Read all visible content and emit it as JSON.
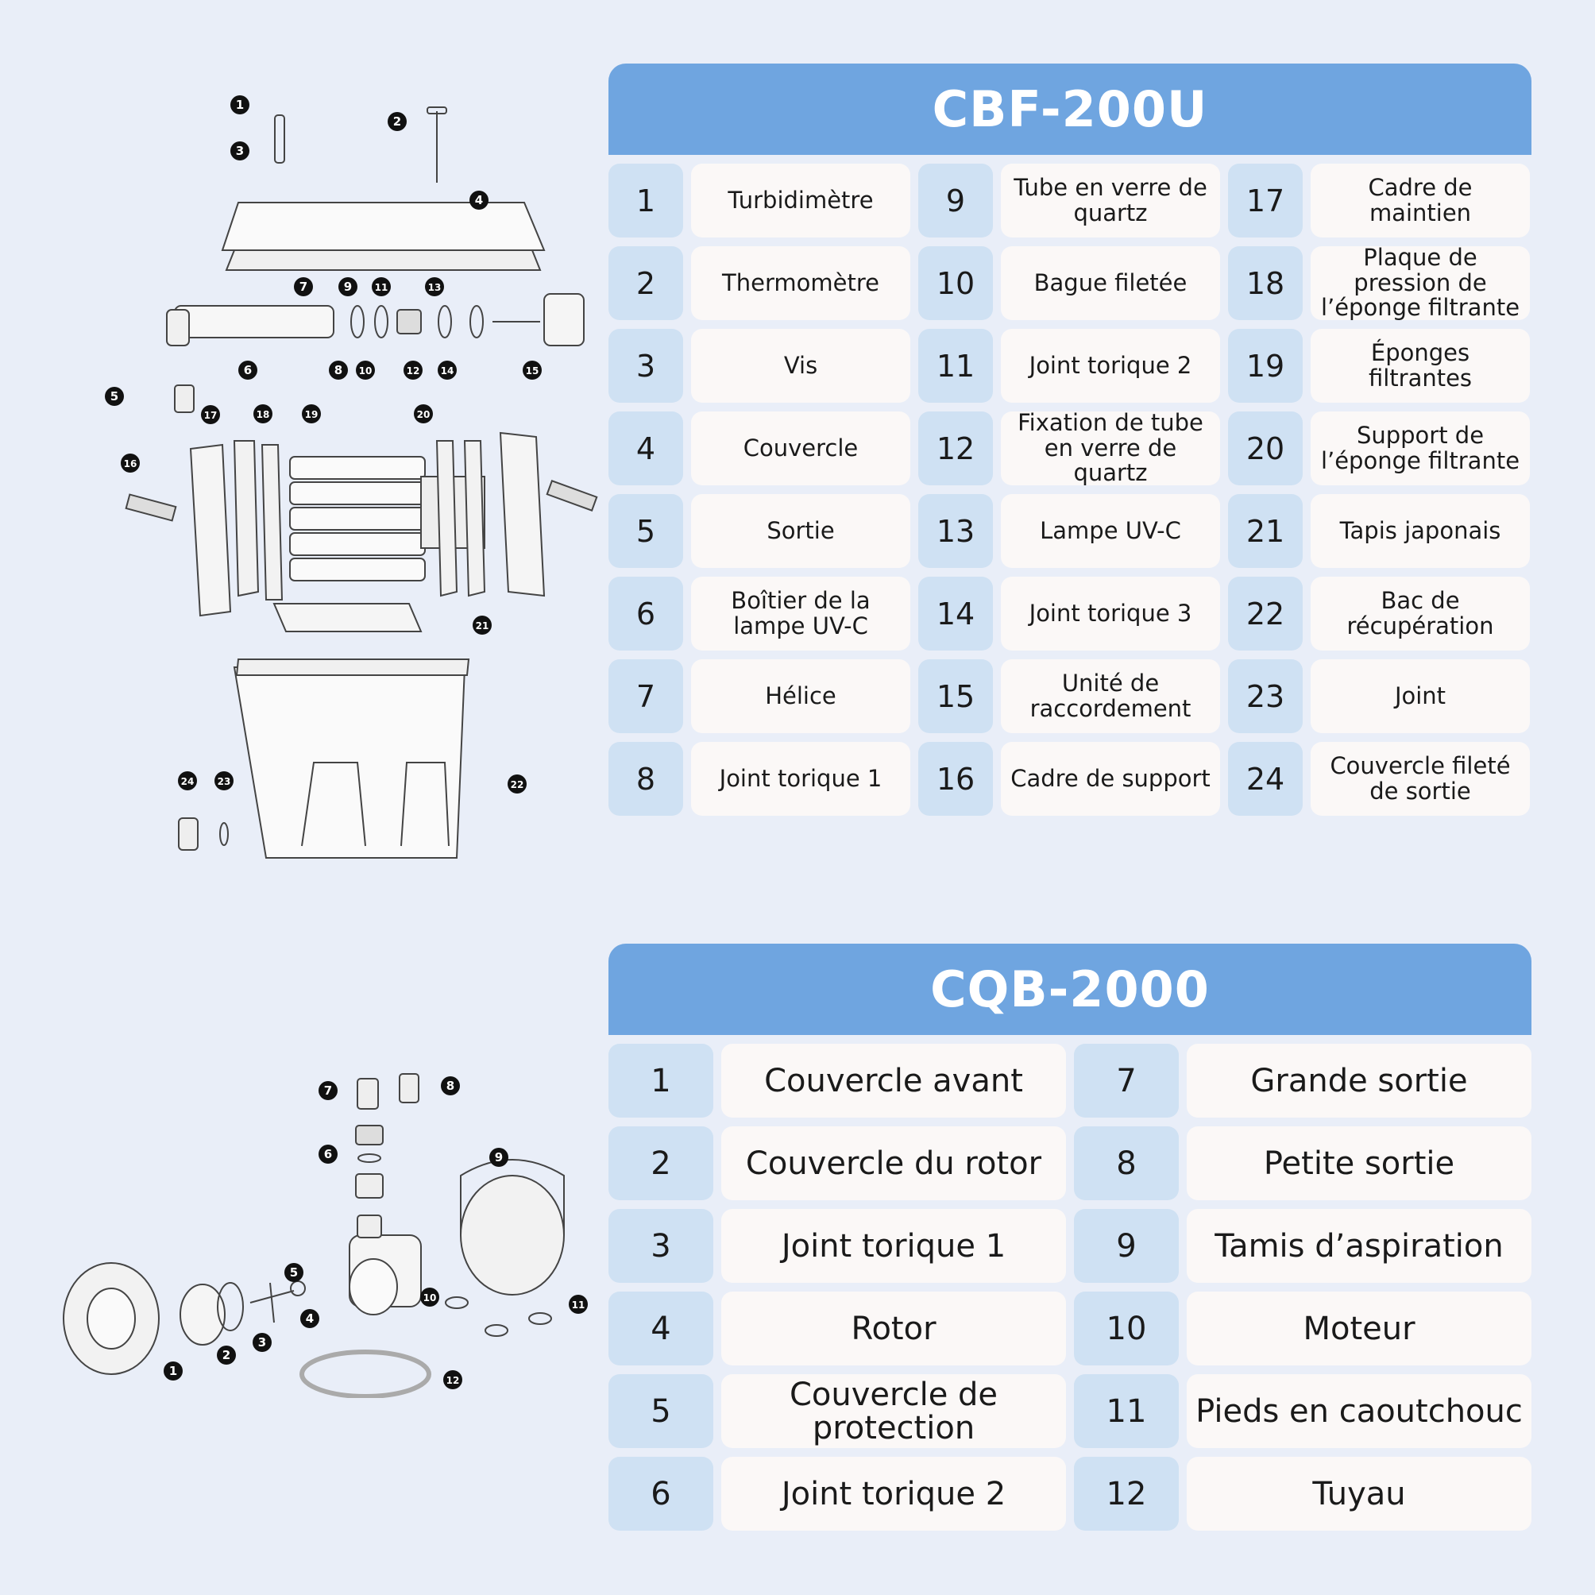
{
  "cbf": {
    "title": "CBF-200U",
    "parts": [
      {
        "n": "1",
        "label": "Turbidimètre"
      },
      {
        "n": "9",
        "label": "Tube en verre de quartz"
      },
      {
        "n": "17",
        "label": "Cadre de maintien"
      },
      {
        "n": "2",
        "label": "Thermomètre"
      },
      {
        "n": "10",
        "label": "Bague filetée"
      },
      {
        "n": "18",
        "label": "Plaque de pression de l’éponge filtrante"
      },
      {
        "n": "3",
        "label": "Vis"
      },
      {
        "n": "11",
        "label": "Joint torique 2"
      },
      {
        "n": "19",
        "label": "Éponges filtrantes"
      },
      {
        "n": "4",
        "label": "Couvercle"
      },
      {
        "n": "12",
        "label": "Fixation de tube en verre de quartz"
      },
      {
        "n": "20",
        "label": "Support de l’éponge filtrante"
      },
      {
        "n": "5",
        "label": "Sortie"
      },
      {
        "n": "13",
        "label": "Lampe UV-C"
      },
      {
        "n": "21",
        "label": "Tapis japonais"
      },
      {
        "n": "6",
        "label": "Boîtier de la lampe UV-C"
      },
      {
        "n": "14",
        "label": "Joint torique 3"
      },
      {
        "n": "22",
        "label": "Bac de récupération"
      },
      {
        "n": "7",
        "label": "Hélice"
      },
      {
        "n": "15",
        "label": "Unité de raccordement"
      },
      {
        "n": "23",
        "label": "Joint"
      },
      {
        "n": "8",
        "label": "Joint torique 1"
      },
      {
        "n": "16",
        "label": "Cadre de support"
      },
      {
        "n": "24",
        "label": "Couvercle fileté de sortie"
      }
    ]
  },
  "cqb": {
    "title": "CQB-2000",
    "parts": [
      {
        "n": "1",
        "label": "Couvercle avant"
      },
      {
        "n": "7",
        "label": "Grande sortie"
      },
      {
        "n": "2",
        "label": "Couvercle du rotor"
      },
      {
        "n": "8",
        "label": "Petite sortie"
      },
      {
        "n": "3",
        "label": "Joint torique 1"
      },
      {
        "n": "9",
        "label": "Tamis d’aspiration"
      },
      {
        "n": "4",
        "label": "Rotor"
      },
      {
        "n": "10",
        "label": "Moteur"
      },
      {
        "n": "5",
        "label": "Couvercle de protection"
      },
      {
        "n": "11",
        "label": "Pieds en caoutchouc"
      },
      {
        "n": "6",
        "label": "Joint torique 2"
      },
      {
        "n": "12",
        "label": "Tuyau"
      }
    ]
  },
  "diagram_cbf_callouts": [
    "1",
    "2",
    "3",
    "4",
    "5",
    "6",
    "7",
    "8",
    "9",
    "10",
    "11",
    "12",
    "13",
    "14",
    "15",
    "16",
    "17",
    "18",
    "19",
    "20",
    "21",
    "22",
    "23",
    "24"
  ],
  "diagram_cqb_callouts": [
    "1",
    "2",
    "3",
    "4",
    "5",
    "6",
    "7",
    "8",
    "9",
    "10",
    "11",
    "12"
  ],
  "colors": {
    "header": "#6fa5e0",
    "number_cell": "#cfe1f3",
    "label_cell": "#fbf8f7",
    "background": "#e9eef8"
  }
}
